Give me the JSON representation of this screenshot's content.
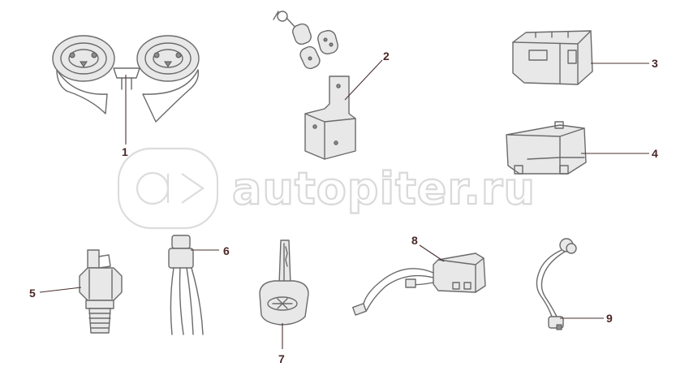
{
  "watermark": {
    "text": "autopiter.ru"
  },
  "callouts": [
    {
      "id": "1",
      "label": "1"
    },
    {
      "id": "2",
      "label": "2"
    },
    {
      "id": "3",
      "label": "3"
    },
    {
      "id": "4",
      "label": "4"
    },
    {
      "id": "5",
      "label": "5"
    },
    {
      "id": "6",
      "label": "6"
    },
    {
      "id": "7",
      "label": "7"
    },
    {
      "id": "8",
      "label": "8"
    },
    {
      "id": "9",
      "label": "9"
    }
  ],
  "parts": [
    {
      "callout": "1",
      "icon": "dual-horn-icon"
    },
    {
      "callout": "2",
      "icon": "remote-key-fob-and-bracket-icon"
    },
    {
      "callout": "3",
      "icon": "control-relay-unit-icon"
    },
    {
      "callout": "4",
      "icon": "control-module-icon"
    },
    {
      "callout": "5",
      "icon": "pressure-sensor-icon"
    },
    {
      "callout": "6",
      "icon": "wire-connector-icon"
    },
    {
      "callout": "7",
      "icon": "ignition-key-icon"
    },
    {
      "callout": "8",
      "icon": "wiring-harness-module-icon"
    },
    {
      "callout": "9",
      "icon": "sensor-cable-icon"
    }
  ]
}
